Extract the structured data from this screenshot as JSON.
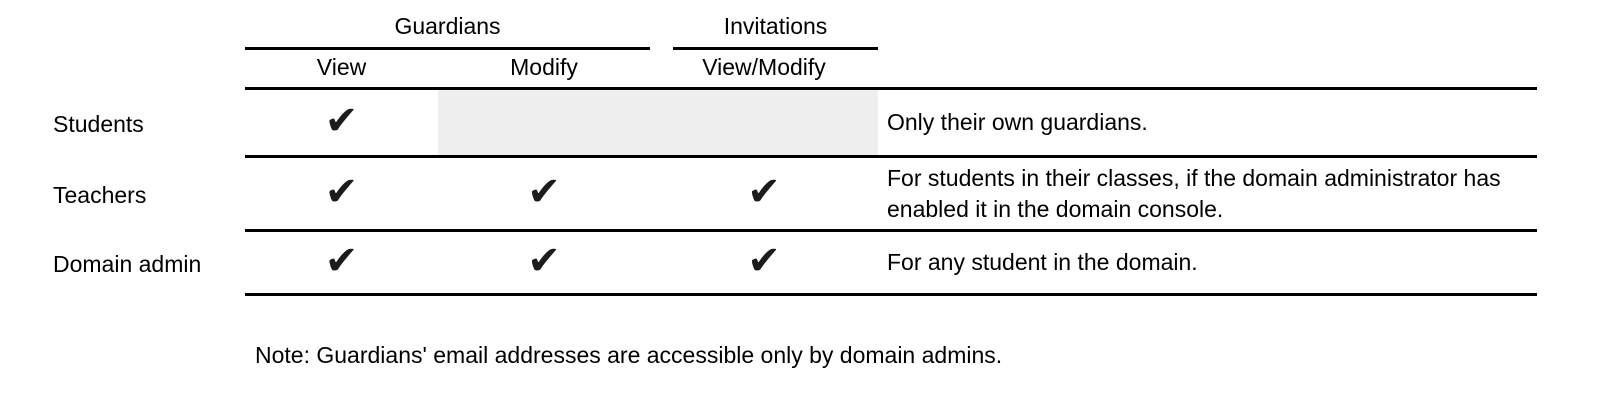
{
  "colors": {
    "grid_line": "#000000",
    "disabled_bg": "#eeeeee",
    "check_color": "#1c1c1c",
    "text": "#000000",
    "background": "#ffffff"
  },
  "icons": {
    "check_glyph": "✔"
  },
  "table": {
    "groups": [
      {
        "label": "Guardians"
      },
      {
        "label": "Invitations"
      }
    ],
    "columns": [
      {
        "label": "View"
      },
      {
        "label": "Modify"
      },
      {
        "label": "View/Modify"
      }
    ],
    "rows": [
      {
        "label": "Students",
        "cells": [
          "check",
          "disabled",
          "disabled"
        ],
        "note": "Only their own guardians."
      },
      {
        "label": "Teachers",
        "cells": [
          "check",
          "check",
          "check"
        ],
        "note": "For students in their classes, if the domain administrator has enabled it in the domain console."
      },
      {
        "label": "Domain admin",
        "cells": [
          "check",
          "check",
          "check"
        ],
        "note": "For any student in the domain."
      }
    ],
    "footnote": "Note: Guardians' email addresses are accessible only by domain admins."
  }
}
